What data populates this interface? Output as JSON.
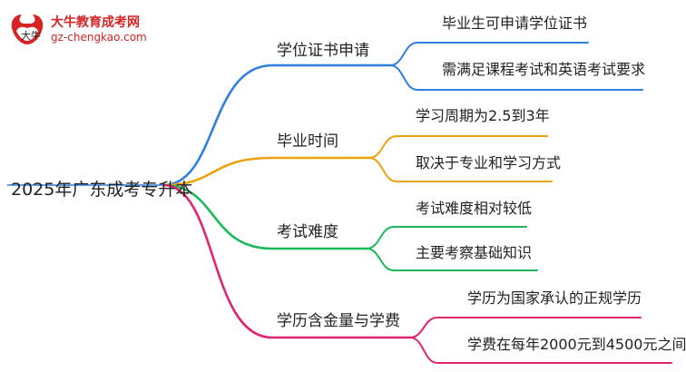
{
  "logo": {
    "title": "大牛教育成考网",
    "url": "gz-chengkao.com"
  },
  "root": {
    "label": "2025年广东成考专升本"
  },
  "branches": [
    {
      "label": "学位证书申请",
      "color": "#2f7fe0",
      "leaves": [
        "毕业生可申请学位证书",
        "需满足课程考试和英语考试要求"
      ]
    },
    {
      "label": "毕业时间",
      "color": "#eaa20e",
      "leaves": [
        "学习周期为2.5到3年",
        "取决于专业和学习方式"
      ]
    },
    {
      "label": "考试难度",
      "color": "#1cb85a",
      "leaves": [
        "考试难度相对较低",
        "主要考察基础知识"
      ]
    },
    {
      "label": "学历含金量与学费",
      "color": "#e0246f",
      "leaves": [
        "学历为国家承认的正规学历",
        "学费在每年2000元到4500元之间"
      ]
    }
  ]
}
